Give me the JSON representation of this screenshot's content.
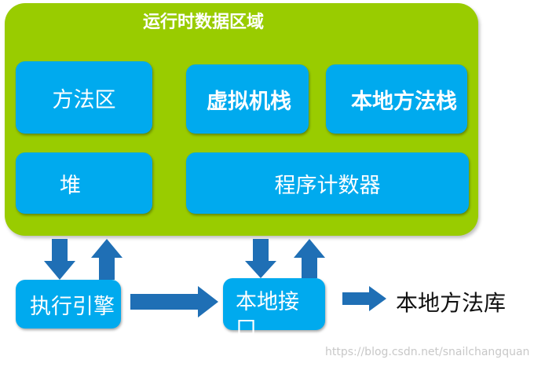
{
  "diagram": {
    "runtime_area": {
      "title": "运行时数据区域"
    },
    "boxes": {
      "method_area": "方法区",
      "vm_stack": "虚拟机栈",
      "native_method_stack": "本地方法栈",
      "heap": "堆",
      "program_counter": "程序计数器",
      "execution_engine": "执行引擎",
      "native_interface": "本地接口"
    },
    "native_method_library_label": "本地方法库",
    "colors": {
      "runtime_area": "#99cc00",
      "box": "#00aaee",
      "arrow": "#1f6fb5",
      "text_on_box": "#ffffff"
    }
  },
  "watermark": "https://blog.csdn.net/snailchangquan"
}
